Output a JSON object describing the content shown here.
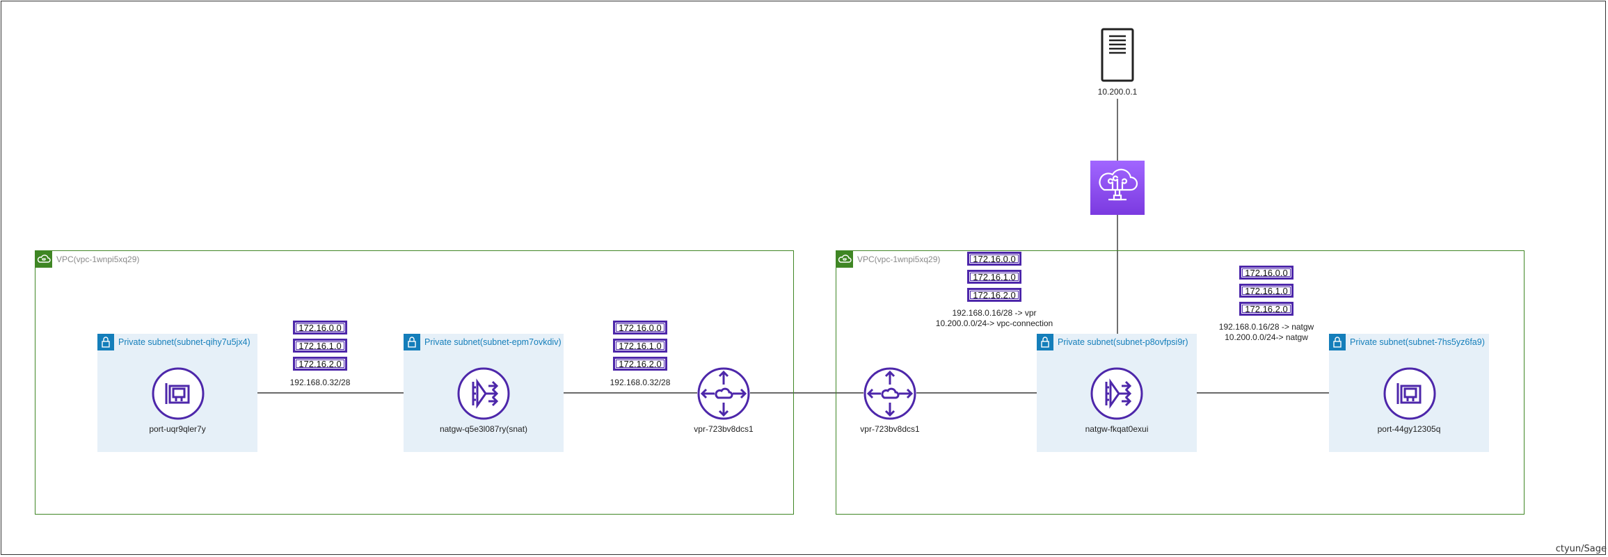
{
  "vpcs": [
    {
      "label": "VPC(vpc-1wnpi5xq29)"
    },
    {
      "label": "VPC(vpc-1wnpi5xq29)"
    }
  ],
  "subnets": [
    {
      "label": "Private subnet(subnet-qihy7u5jx4)"
    },
    {
      "label": "Private subnet(subnet-epm7ovkdiv)"
    },
    {
      "label": "Private subnet(subnet-p8ovfpsi9r)"
    },
    {
      "label": "Private subnet(subnet-7hs5yz6fa9)"
    }
  ],
  "nodes": {
    "port_left": "port-uqr9qler7y",
    "natgw_left": "natgw-q5e3l087ry(snat)",
    "vpr_left": "vpr-723bv8dcs1",
    "vpr_right": "vpr-723bv8dcs1",
    "natgw_right": "natgw-fkqat0exui",
    "port_right": "port-44gy12305q",
    "server": "10.200.0.1"
  },
  "route_tables": [
    {
      "entries": [
        "172.16.0.0",
        "172.16.1.0",
        "172.16.2.0"
      ],
      "routes": [
        "192.168.0.32/28"
      ]
    },
    {
      "entries": [
        "172.16.0.0",
        "172.16.1.0",
        "172.16.2.0"
      ],
      "routes": [
        "192.168.0.32/28"
      ]
    },
    {
      "entries": [
        "172.16.0.0",
        "172.16.1.0",
        "172.16.2.0"
      ],
      "routes": [
        "192.168.0.16/28 -> vpr",
        "10.200.0.0/24-> vpc-connection"
      ]
    },
    {
      "entries": [
        "172.16.0.0",
        "172.16.1.0",
        "172.16.2.0"
      ],
      "routes": [
        "192.168.0.16/28 -> natgw",
        "10.200.0.0/24-> natgw"
      ]
    }
  ],
  "watermark": "ctyun/Sage",
  "colors": {
    "vpc": "#3f8624",
    "subnet": "#147eba",
    "icon": "#4d27aa",
    "gateway": "#8c4fff"
  }
}
